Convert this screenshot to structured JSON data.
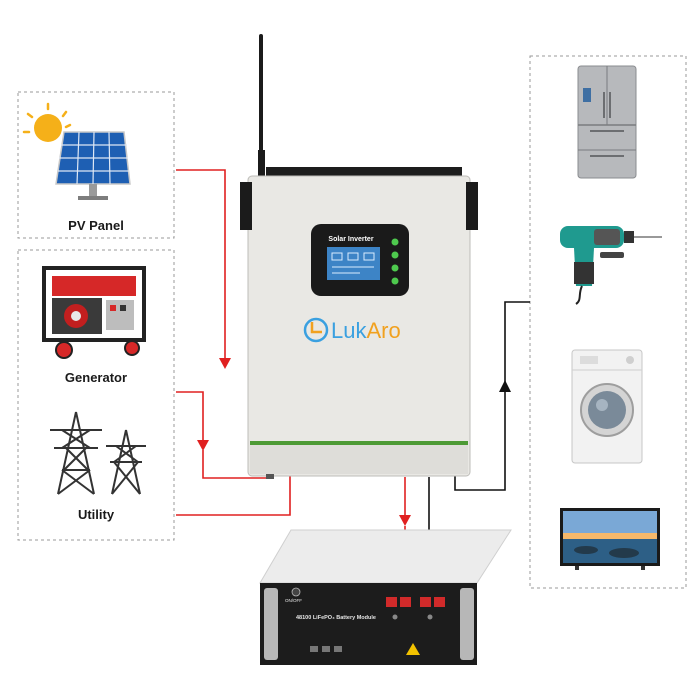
{
  "sources": {
    "pv_panel_label": "PV Panel",
    "generator_label": "Generator",
    "utility_label": "Utility"
  },
  "inverter": {
    "screen_title": "Solar Inverter",
    "brand_prefix": "Luk",
    "brand_suffix": "Aro"
  },
  "battery": {
    "module_label": "48100 LiFePO₄ Battery Module",
    "switch_label": "ON/OFF"
  },
  "loads": {
    "icons": [
      "refrigerator-icon",
      "power-drill-icon",
      "washing-machine-icon",
      "television-icon"
    ]
  },
  "colors": {
    "ac_line": "#e02020",
    "dc_line": "#111111",
    "brand_orange": "#f1a11f",
    "brand_blue": "#3aa0e0"
  }
}
